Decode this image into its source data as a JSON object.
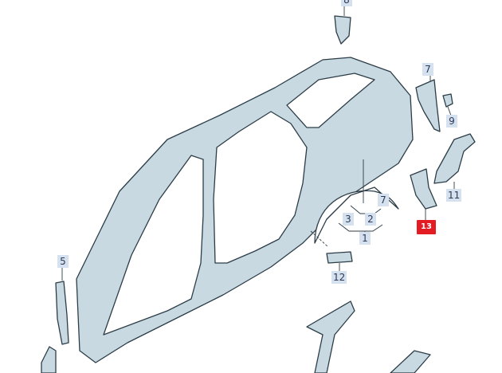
{
  "labels": {
    "p8": "8",
    "p7a": "7",
    "p9": "9",
    "p11": "11",
    "p13": "13",
    "p7b": "7",
    "p3": "3",
    "p2": "2",
    "p1": "1",
    "p12": "12",
    "p5": "5"
  },
  "colors": {
    "part_fill": "#c8d9e1",
    "outline": "#2c3d48",
    "label_bg": "#d6e1ef",
    "highlight": "#e31b23"
  }
}
